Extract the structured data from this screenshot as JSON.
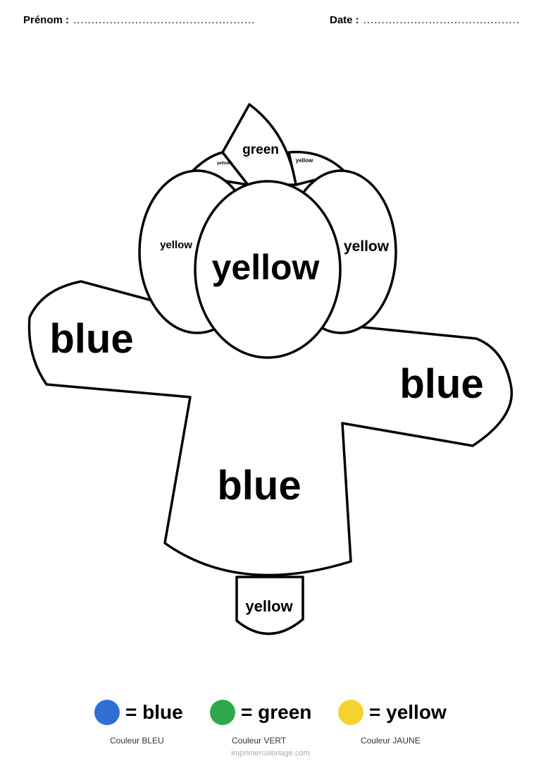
{
  "header": {
    "name_label": "Prénom :",
    "name_dots": "..................................................",
    "date_label": "Date :",
    "date_dots": "..........................................."
  },
  "drawing": {
    "regions": {
      "hat": "green",
      "hat_left_brim": "yellow",
      "hat_right_brim": "yellow",
      "left_head": "yellow",
      "center_head": "yellow",
      "right_head": "yellow",
      "left_arm": "blue",
      "right_arm": "blue",
      "body": "blue",
      "stick": "yellow"
    }
  },
  "legend": {
    "items": [
      {
        "word": "= blue",
        "caption": "Couleur BLEU",
        "color": "#2e6fd6"
      },
      {
        "word": "= green",
        "caption": "Couleur VERT",
        "color": "#2ea84a"
      },
      {
        "word": "= yellow",
        "caption": "Couleur JAUNE",
        "color": "#f7d22e"
      }
    ]
  },
  "footer": {
    "credit": "imprimercoloriage.com"
  }
}
